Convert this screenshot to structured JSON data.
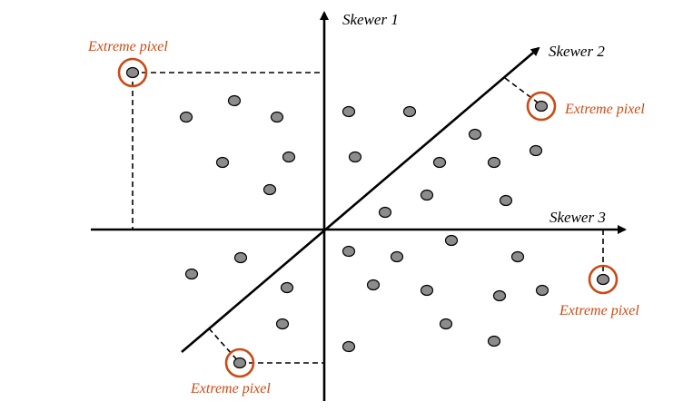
{
  "axes": {
    "skewer1": "Skewer 1",
    "skewer2": "Skewer 2",
    "skewer3": "Skewer 3"
  },
  "extreme_label": "Extreme pixel",
  "colors": {
    "axis": "#000000",
    "point_fill": "#8c8c8c",
    "highlight": "#cc4a14"
  }
}
